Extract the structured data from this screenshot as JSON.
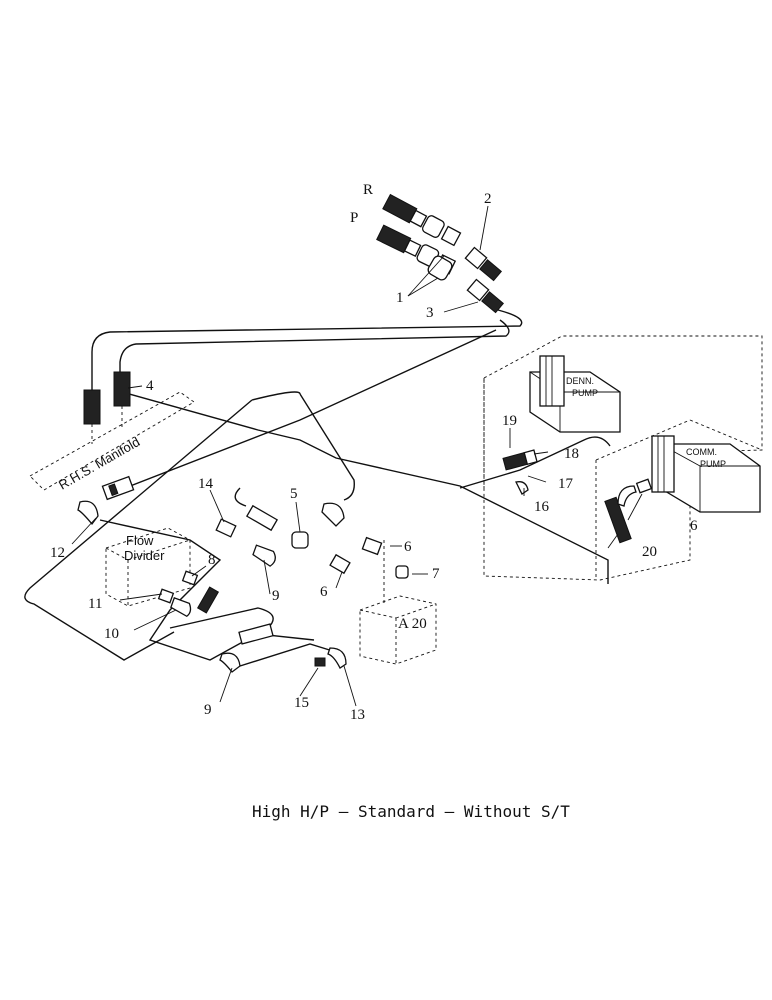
{
  "callouts": [
    "R",
    "P",
    "1",
    "2",
    "3",
    "4",
    "5",
    "6",
    "6",
    "6",
    "7",
    "8",
    "9",
    "9",
    "10",
    "11",
    "12",
    "13",
    "14",
    "15",
    "16",
    "17",
    "18",
    "19",
    "20"
  ],
  "block_label": "A 20",
  "components": {
    "manifold": "R.H.S. Manifold",
    "flow_divider_line1": "Flow",
    "flow_divider_line2": "Divider",
    "denn_pump_line1": "DENN.",
    "denn_pump_line2": "PUMP",
    "comm_pump_line1": "COMM.",
    "comm_pump_line2": "PUMP"
  },
  "caption": "High H/P — Standard — Without S/T"
}
